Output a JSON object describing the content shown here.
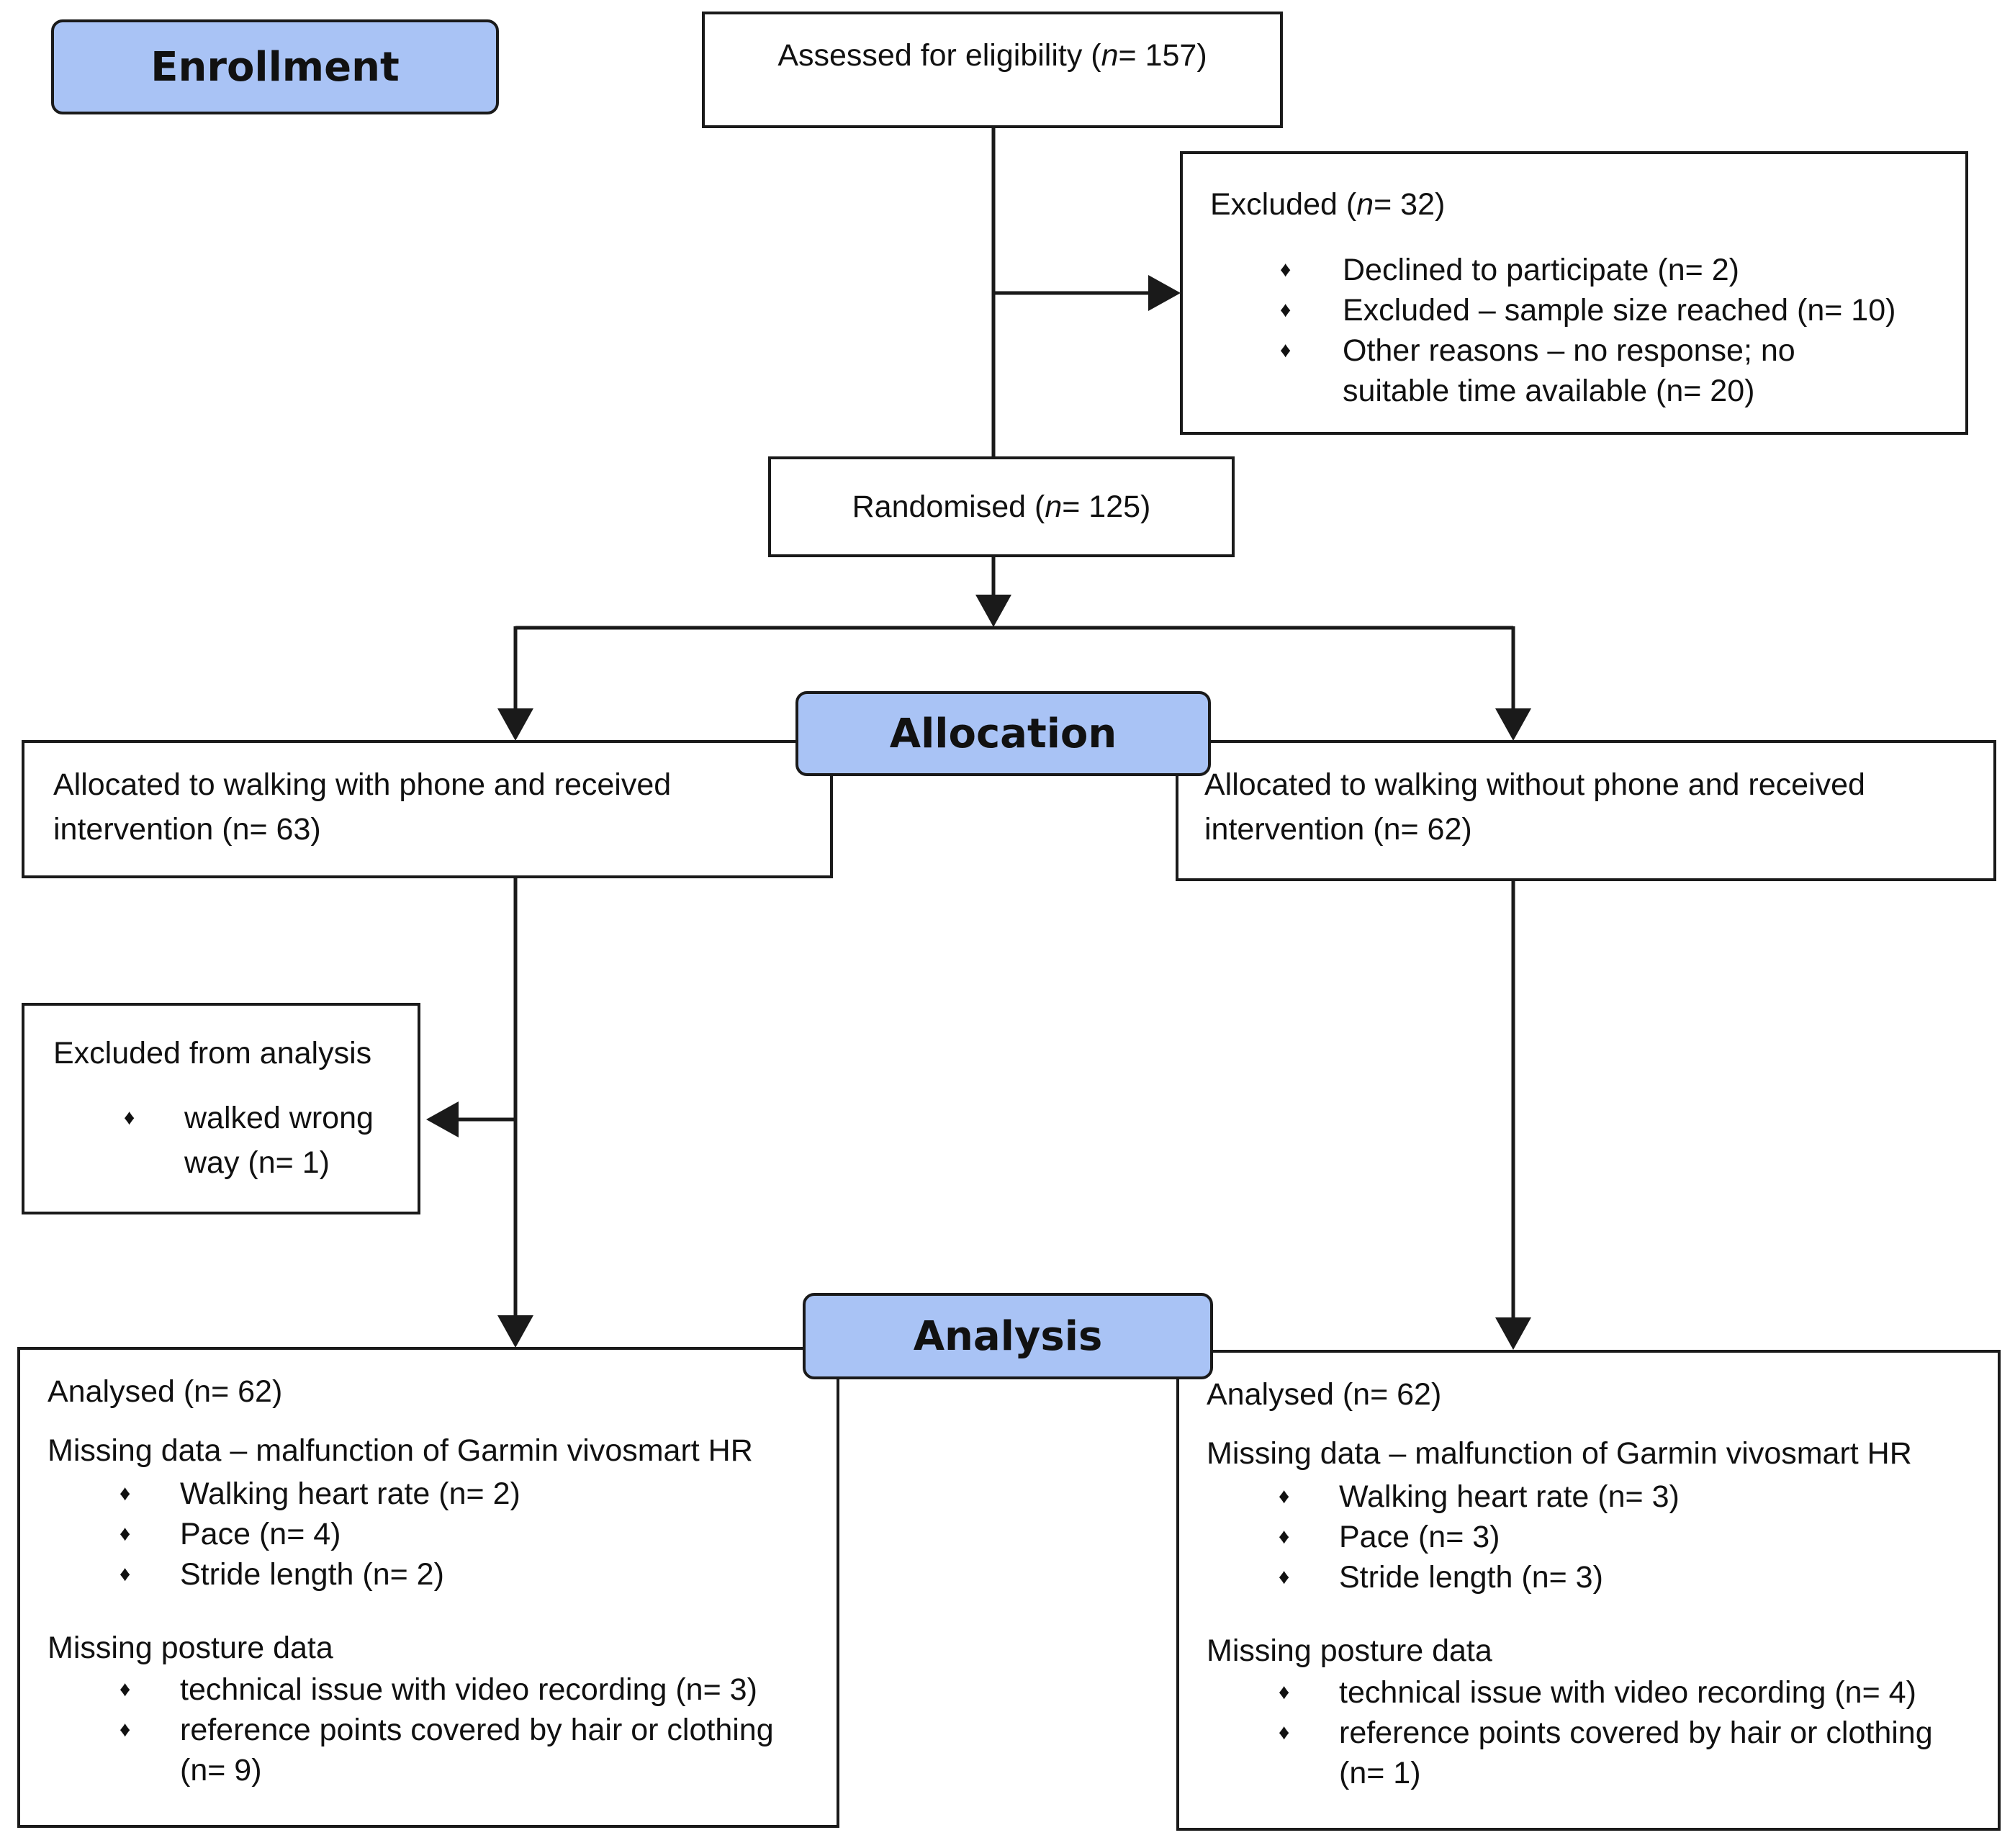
{
  "stages": {
    "enrollment": "Enrollment",
    "allocation": "Allocation",
    "analysis": "Analysis"
  },
  "assessed": {
    "text": "Assessed for eligibility (",
    "n": "n",
    "value": "= 157)"
  },
  "excluded": {
    "title_text": "Excluded (",
    "title_n": "n",
    "title_value": "= 32)",
    "items": [
      {
        "lines": [
          "Declined to participate (n= 2)"
        ]
      },
      {
        "lines": [
          "Excluded – sample size reached (n= 10)"
        ]
      },
      {
        "lines": [
          "Other reasons – no response; no",
          "suitable time available (n= 20)"
        ]
      }
    ]
  },
  "randomised": {
    "text": "Randomised (",
    "n": "n",
    "value": "= 125)"
  },
  "arm_phone": {
    "line1": "Allocated to walking with phone and received",
    "line2": "intervention (n= 63)"
  },
  "arm_nophone": {
    "line1": "Allocated to walking without phone and received",
    "line2": "intervention (n= 62)"
  },
  "excluded_analysis": {
    "title": "Excluded from analysis",
    "item_line1": "walked wrong",
    "item_line2": "way (n= 1)"
  },
  "analysis_phone": {
    "analysed": "Analysed (n= 62)",
    "missing_title": "Missing data – malfunction of Garmin vivosmart HR",
    "missing_items": [
      "Walking heart rate (n= 2)",
      "Pace (n= 4)",
      "Stride length (n= 2)"
    ],
    "posture_title": "Missing posture data",
    "posture_items": [
      {
        "lines": [
          "technical issue with video recording (n= 3)"
        ]
      },
      {
        "lines": [
          "reference points covered by hair or clothing",
          "(n= 9)"
        ]
      }
    ]
  },
  "analysis_nophone": {
    "analysed": "Analysed (n= 62)",
    "missing_title": "Missing data – malfunction of Garmin vivosmart HR",
    "missing_items": [
      "Walking heart rate (n= 3)",
      "Pace (n= 3)",
      "Stride length (n= 3)"
    ],
    "posture_title": "Missing posture data",
    "posture_items": [
      {
        "lines": [
          "technical issue with video recording (n= 4)"
        ]
      },
      {
        "lines": [
          "reference points covered by hair or clothing",
          "(n= 1)"
        ]
      }
    ]
  },
  "bullet_symbol": "♦"
}
